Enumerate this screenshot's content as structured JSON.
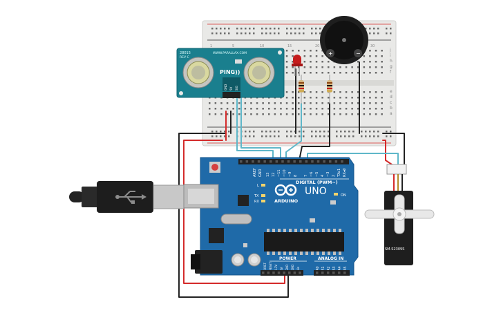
{
  "ping": {
    "model": "28015",
    "rev": "REV C",
    "url": "WWW.PARALLAX.COM",
    "brand": "PING))",
    "pins": [
      "GND",
      "5V",
      "SIG"
    ]
  },
  "arduino": {
    "model": "UNO",
    "brand": "ARDUINO",
    "aref": "AREF",
    "gnd": "GND",
    "digital_label": "DIGITAL (PWM~)",
    "digital_pins": [
      "13",
      "12",
      "~11",
      "~10",
      "~9",
      "8",
      "7",
      "~6",
      "~5",
      "4",
      "~3",
      "2",
      "TX▸1",
      "RX◂0"
    ],
    "led_l": "L",
    "led_tx": "TX",
    "led_rx": "RX",
    "on_label": "ON",
    "power_label": "POWER",
    "analog_label": "ANALOG IN",
    "power_pins": [
      "IOREF",
      "RESET",
      "3.3V",
      "5V",
      "GND",
      "GND",
      "Vin"
    ],
    "analog_pins": [
      "A0",
      "A1",
      "A2",
      "A3",
      "A4",
      "A5"
    ]
  },
  "servo": {
    "model": "SM-S2309S"
  },
  "breadboard": {
    "col_numbers": [
      "1",
      "5",
      "10",
      "15",
      "20",
      "25",
      "30"
    ],
    "row_letters": [
      "j",
      "i",
      "h",
      "g",
      "f",
      "e",
      "d",
      "c",
      "b",
      "a"
    ]
  },
  "buzzer": {
    "plus": "+",
    "minus": "−"
  },
  "colors": {
    "board_blue": "#1f6aa8",
    "wire_red": "#d42a2a",
    "wire_black": "#222222",
    "wire_teal": "#5fb7c9",
    "ping_teal": "#1a7f8e",
    "led_red": "#c51c1c"
  }
}
